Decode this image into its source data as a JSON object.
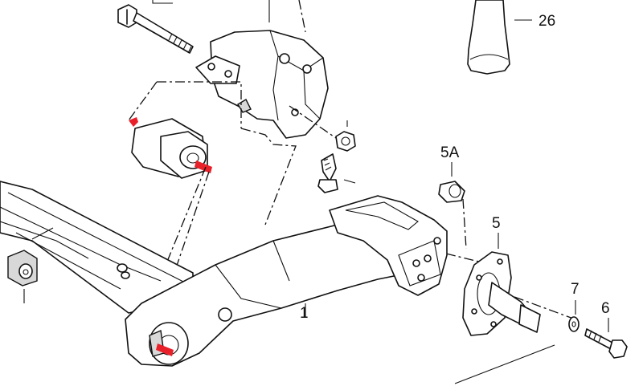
{
  "labels": {
    "item_26": "26",
    "item_5a": "5A",
    "item_5": "5",
    "item_7": "7",
    "item_6": "6",
    "item_1": "1"
  },
  "colors": {
    "line": "#111111",
    "mark_arrow": "#e8202a",
    "background": "#ffffff"
  },
  "icons": [
    "bolt-icon",
    "nut-icon",
    "bushing-icon",
    "bearing-icon",
    "wheel-hub-icon",
    "washer-icon"
  ]
}
